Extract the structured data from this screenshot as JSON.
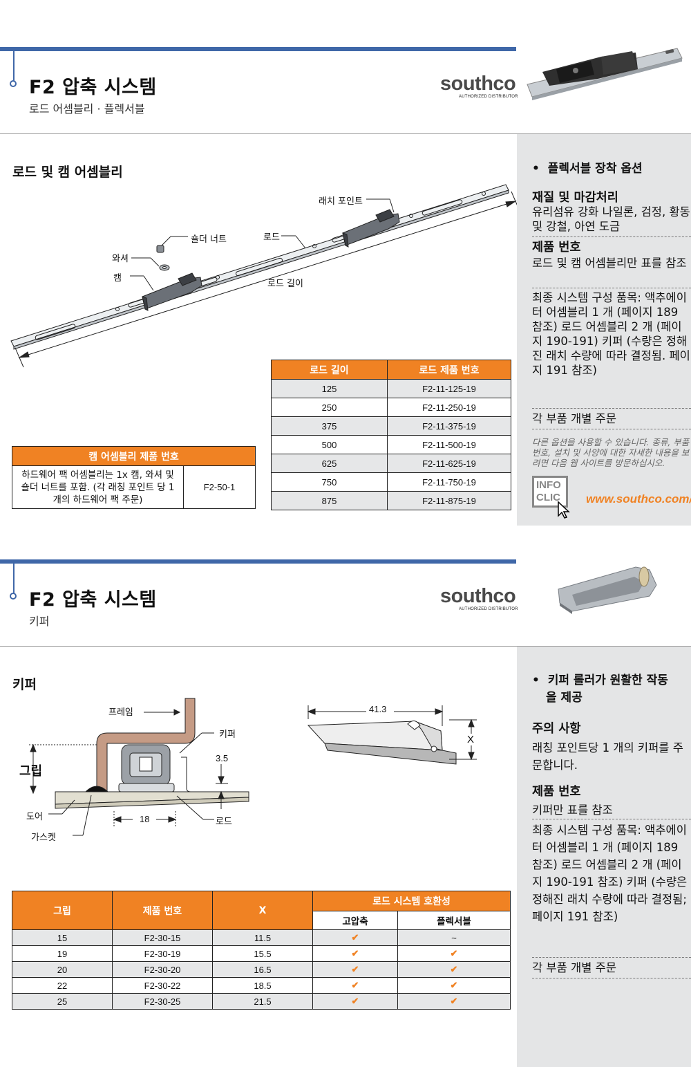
{
  "brand": {
    "logo": "southco",
    "logo_sub": "AUTHORIZED DISTRIBUTOR",
    "accent": "#f08223",
    "blue": "#3f67a8"
  },
  "section1": {
    "title": "F2 압축 시스템",
    "subtitle": "로드 어셈블리 · 플렉서블",
    "heading": "로드 및 캠 어셈블리",
    "diagram_labels": {
      "latch_point": "래치 포인트",
      "shoulder_nut": "숄더 너트",
      "rod": "로드",
      "washer": "와셔",
      "cam": "캠",
      "rod_length": "로드 길이"
    },
    "rod_table": {
      "headers": [
        "로드 길이",
        "로드 제품 번호"
      ],
      "rows": [
        [
          "125",
          "F2-11-125-19"
        ],
        [
          "250",
          "F2-11-250-19"
        ],
        [
          "375",
          "F2-11-375-19"
        ],
        [
          "500",
          "F2-11-500-19"
        ],
        [
          "625",
          "F2-11-625-19"
        ],
        [
          "750",
          "F2-11-750-19"
        ],
        [
          "875",
          "F2-11-875-19"
        ]
      ]
    },
    "cam_table": {
      "header": "캠 어셈블리 제품 번호",
      "description": "하드웨어 팩 어셈블리는 1x 캠, 와셔 및 숄더 너트를 포함. (각 래칭 포인트 당 1 개의 하드웨어 팩 주문)",
      "part": "F2-50-1"
    },
    "sidebar": {
      "bullet": "플렉서블 장착 옵션",
      "material_head": "재질 및 마감처리",
      "material_text": "유리섬유 강화 나일론, 검정, 황동 및 강철, 아연 도금",
      "part_head": "제품 번호",
      "part_text": "로드 및 캠 어셈블리만 표를 참조",
      "system_text": "최종 시스템 구성 품목: 액추에이터 어셈블리 1 개 (페이지 189 참조) 로드 어셈블리 2 개 (페이지 190-191) 키퍼 (수량은 정해진 래치 수량에 따라 결정됨. 페이지 191 참조)",
      "order_text": "각 부품 개별 주문",
      "info_text": "다른 옵션을 사용할 수 있습니다. 종류, 부품 번호, 설치 및 사양에 대한 자세한 내용을 보려면 다음 웹 사이트를 방문하십시오.",
      "info_badge_1": "INFO",
      "info_badge_2": "CLIC",
      "url": "www.southco.com/F"
    }
  },
  "section2": {
    "title": "F2 압축 시스템",
    "subtitle": "키퍼",
    "heading": "키퍼",
    "diagram_labels": {
      "frame": "프레임",
      "keeper": "키퍼",
      "grip": "그립",
      "dim_35": "3.5",
      "door": "도어",
      "gasket": "가스켓",
      "dim_18": "18",
      "rod": "로드",
      "dim_413": "41.3",
      "x": "X"
    },
    "keeper_table": {
      "headers": [
        "그립",
        "제품 번호",
        "X"
      ],
      "group_header": "로드 시스템 호환성",
      "sub_headers": [
        "고압축",
        "플렉서블"
      ],
      "rows": [
        [
          "15",
          "F2-30-15",
          "11.5",
          "✔",
          "~"
        ],
        [
          "19",
          "F2-30-19",
          "15.5",
          "✔",
          "✔"
        ],
        [
          "20",
          "F2-30-20",
          "16.5",
          "✔",
          "✔"
        ],
        [
          "22",
          "F2-30-22",
          "18.5",
          "✔",
          "✔"
        ],
        [
          "25",
          "F2-30-25",
          "21.5",
          "✔",
          "✔"
        ]
      ]
    },
    "sidebar": {
      "bullet": "키퍼 롤러가 원활한 작동을 제공",
      "caution_head": "주의 사항",
      "caution_text": "래칭 포인트당 1 개의 키퍼를 주문합니다.",
      "part_head": "제품 번호",
      "part_text": "키퍼만 표를 참조",
      "system_text": "최종 시스템 구성 품목: 액추에이터 어셈블리 1 개 (페이지 189 참조) 로드 어셈블리 2 개 (페이지 190-191 참조) 키퍼 (수량은 정해진 래치 수량에 따라 결정됨; 페이지 191 참조)",
      "order_text": "각 부품 개별 주문"
    }
  }
}
